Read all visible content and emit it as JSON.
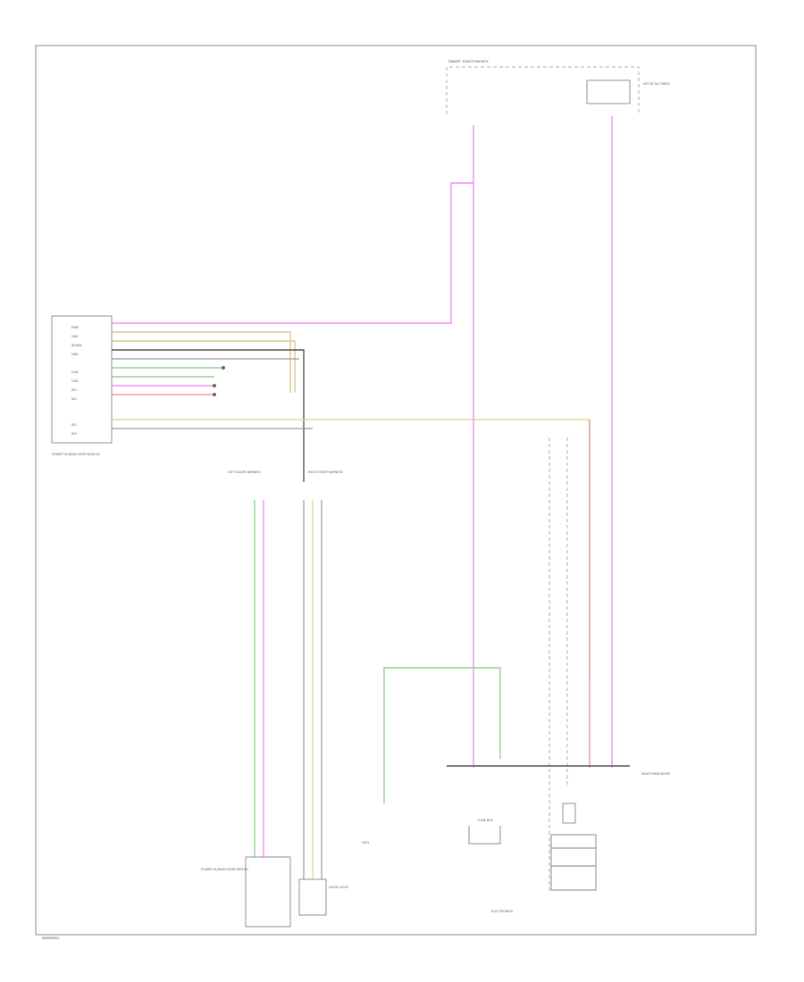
{
  "footer": {
    "code": "W0000001"
  },
  "modules": {
    "left_module_name": "POWER SLIDING DOOR MODULE",
    "left_module_pins": [
      "PWR",
      "GND",
      "SIGNAL",
      "GND",
      "CAN",
      "CAN",
      "SIG",
      "SIG",
      "SIG",
      "SIG"
    ],
    "top_box_name": "SMART JUNCTION BOX",
    "top_right_box_name": "HOT AT ALL TIMES",
    "left_ground_name": "LEFT DOOR HARNESS",
    "right_ground_name": "RIGHT DOOR HARNESS",
    "switch_name": "POWER SLIDING DOOR SWITCH",
    "latch_name": "DOOR LATCH",
    "ground_label": "G201",
    "fuse_label": "FUSE BOX",
    "bottom_label": "ELECTRONICS",
    "right_label": "RIGHT REAR DOOR"
  }
}
